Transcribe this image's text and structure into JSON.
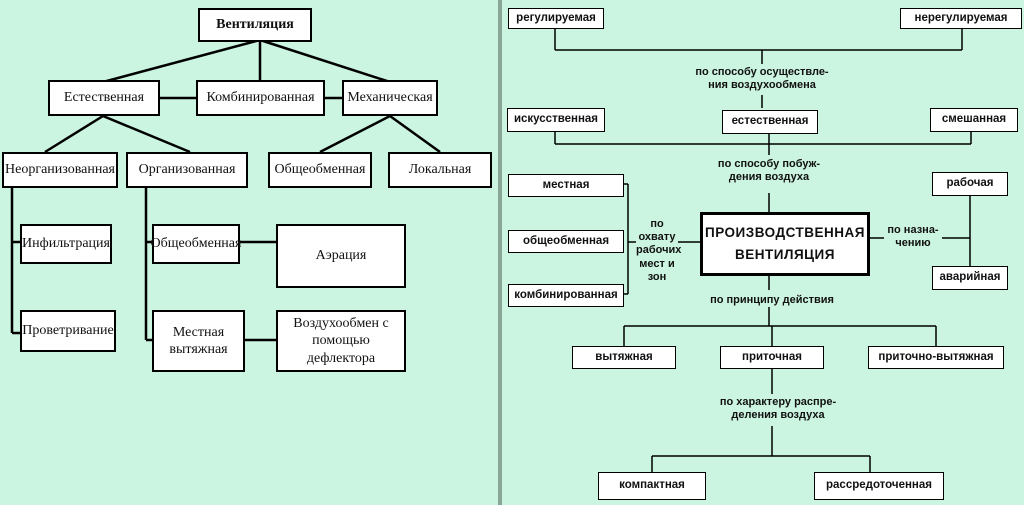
{
  "left": {
    "root": "Вентиляция",
    "natural": "Естественная",
    "combined": "Комбинированная",
    "mechanical": "Механическая",
    "unorganized": "Неорганизованная",
    "organized": "Организованная",
    "general": "Общеобменная",
    "local": "Локальная",
    "infiltration": "Инфильтрация",
    "airing": "Проветривание",
    "org_general": "Общеобменная",
    "aeration": "Аэрация",
    "local_exhaust": "Местная\nвытяжная",
    "deflector": "Воздухообмен с\nпомощью дефлектора"
  },
  "right": {
    "regulated": "регулируемая",
    "unregulated": "нерегулируемая",
    "by_method": "по способу осуществле-\nния воздухообмена",
    "artificial": "искусственная",
    "natural": "естественная",
    "mixed": "смешанная",
    "by_induction": "по способу побуж-\nдения воздуха",
    "local": "местная",
    "general": "общеобменная",
    "combined": "комбинированная",
    "by_coverage": "по охвату\nрабочих\nмест и\nзон",
    "main": "ПРОИЗВОДСТВЕННАЯ\nВЕНТИЛЯЦИЯ",
    "by_purpose": "по назна-\nчению",
    "working": "рабочая",
    "emergency": "аварийная",
    "by_principle": "по принципу действия",
    "exhaust": "вытяжная",
    "supply": "приточная",
    "supply_exhaust": "приточно-вытяжная",
    "by_distribution": "по характеру распре-\nделения воздуха",
    "compact": "компактная",
    "dispersed": "рассредоточенная"
  }
}
